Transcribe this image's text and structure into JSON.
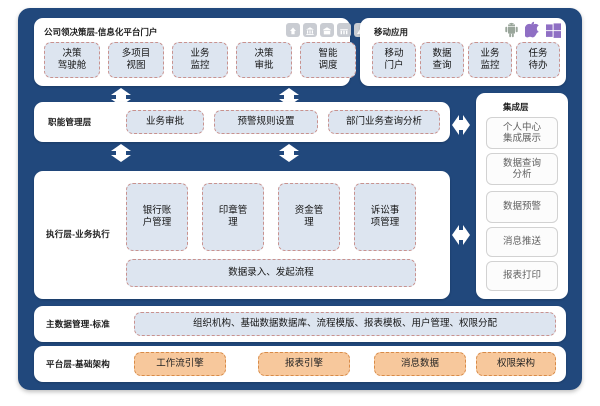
{
  "diagram": {
    "frame_color": "#21487c",
    "chip_blue": "#dde5f0",
    "chip_orange": "#f7c89c"
  },
  "decision_layer": {
    "title": "公司领决策层-信息化平台门户",
    "icons": [
      "building-icon-1",
      "bank-icon",
      "office-icon",
      "factory-icon",
      "mountain-icon"
    ],
    "chips": [
      {
        "label": "决策\n驾驶舱",
        "line1": "决策",
        "line2": "驾驶舱"
      },
      {
        "label": "多项目\n视图",
        "line1": "多项目",
        "line2": "视图"
      },
      {
        "label": "业务\n监控",
        "line1": "业务",
        "line2": "监控"
      },
      {
        "label": "决策\n审批",
        "line1": "决策",
        "line2": "审批"
      },
      {
        "label": "智能\n调度",
        "line1": "智能",
        "line2": "调度"
      }
    ]
  },
  "mobile_panel": {
    "title": "移动应用",
    "icons": [
      "android-icon",
      "apple-icon",
      "windows-icon"
    ],
    "chips": [
      {
        "line1": "移动",
        "line2": "门户"
      },
      {
        "line1": "数据",
        "line2": "查询"
      },
      {
        "line1": "业务",
        "line2": "监控"
      },
      {
        "line1": "任务",
        "line2": "待办"
      }
    ]
  },
  "function_layer": {
    "label": "职能管理层",
    "chips": [
      {
        "text": "业务审批"
      },
      {
        "text": "预警规则设置"
      },
      {
        "text": "部门业务查询分析"
      }
    ]
  },
  "execution_layer": {
    "label": "执行层-业务执行",
    "chips": [
      {
        "line1": "银行账",
        "line2": "户管理"
      },
      {
        "line1": "印章管",
        "line2": "理"
      },
      {
        "line1": "资金管",
        "line2": "理"
      },
      {
        "line1": "诉讼事",
        "line2": "项管理"
      }
    ],
    "wide_chip": {
      "text": "数据录入、发起流程"
    }
  },
  "master_data_layer": {
    "label": "主数据管理-标准",
    "chip": {
      "text": "组织机构、基础数据数据库、流程模版、报表模板、用户管理、权限分配"
    }
  },
  "platform_layer": {
    "label": "平台层-基础架构",
    "chips": [
      {
        "text": "工作流引擎"
      },
      {
        "text": "报表引擎"
      },
      {
        "text": "消息数据"
      },
      {
        "text": "权限架构"
      }
    ]
  },
  "integration_layer": {
    "title": "集成层",
    "chips": [
      {
        "line1": "个人中心",
        "line2": "集成展示"
      },
      {
        "line1": "数据查询",
        "line2": "分析"
      },
      {
        "line1": "数据预警",
        "line2": ""
      },
      {
        "line1": "消息推送",
        "line2": ""
      },
      {
        "line1": "报表打印",
        "line2": ""
      }
    ]
  },
  "connectors": {
    "vertical": [
      "arrow-updown-1",
      "arrow-updown-2",
      "arrow-updown-3",
      "arrow-updown-4"
    ],
    "horizontal": [
      "arrow-leftright-1",
      "arrow-leftright-2"
    ]
  }
}
